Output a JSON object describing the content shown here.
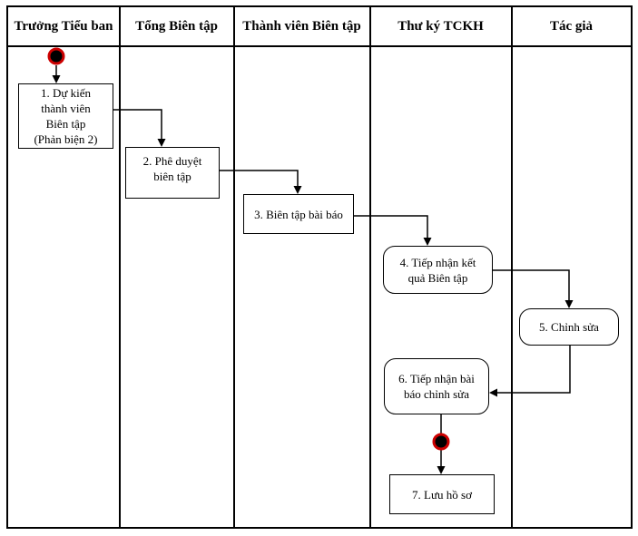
{
  "diagram": {
    "type": "swimlane-activity-diagram",
    "lanes": [
      {
        "label": "Trưởng Tiểu ban"
      },
      {
        "label": "Tổng Biên tập"
      },
      {
        "label": "Thành viên Biên tập"
      },
      {
        "label": "Thư ký TCKH"
      },
      {
        "label": "Tác giả"
      }
    ],
    "nodes": [
      {
        "id": "1",
        "lane": "Trưởng Tiểu ban",
        "shape": "rect",
        "label": "1. Dự kiến\nthành viên\nBiên tập\n(Phản biện 2)"
      },
      {
        "id": "2",
        "lane": "Tổng Biên tập",
        "shape": "rect",
        "label": "2. Phê duyệt\nbiên tập"
      },
      {
        "id": "3",
        "lane": "Thành viên Biên tập",
        "shape": "rect",
        "label": "3. Biên tập bài báo"
      },
      {
        "id": "4",
        "lane": "Thư ký TCKH",
        "shape": "rounded",
        "label": "4. Tiếp nhận kết\nquả Biên tập"
      },
      {
        "id": "5",
        "lane": "Tác giả",
        "shape": "rounded",
        "label": "5. Chỉnh sửa"
      },
      {
        "id": "6",
        "lane": "Thư ký TCKH",
        "shape": "rounded",
        "label": "6. Tiếp nhận bài\nbáo chỉnh sửa"
      },
      {
        "id": "7",
        "lane": "Thư ký TCKH",
        "shape": "rect",
        "label": "7. Lưu hồ sơ"
      }
    ],
    "terminals": [
      {
        "id": "start",
        "lane": "Trưởng Tiểu ban",
        "kind": "start-node"
      },
      {
        "id": "end",
        "lane": "Thư ký TCKH",
        "kind": "end-node"
      }
    ],
    "edges": [
      {
        "from": "start",
        "to": "1"
      },
      {
        "from": "1",
        "to": "2"
      },
      {
        "from": "2",
        "to": "3"
      },
      {
        "from": "3",
        "to": "4"
      },
      {
        "from": "4",
        "to": "5"
      },
      {
        "from": "5",
        "to": "6"
      },
      {
        "from": "6",
        "to": "end"
      },
      {
        "from": "end",
        "to": "7"
      }
    ]
  },
  "colors": {
    "line": "#000000",
    "border": "#000000",
    "background": "#ffffff",
    "node_fill": "#000000",
    "node_ring": "#cc0000",
    "text": "#000000"
  }
}
